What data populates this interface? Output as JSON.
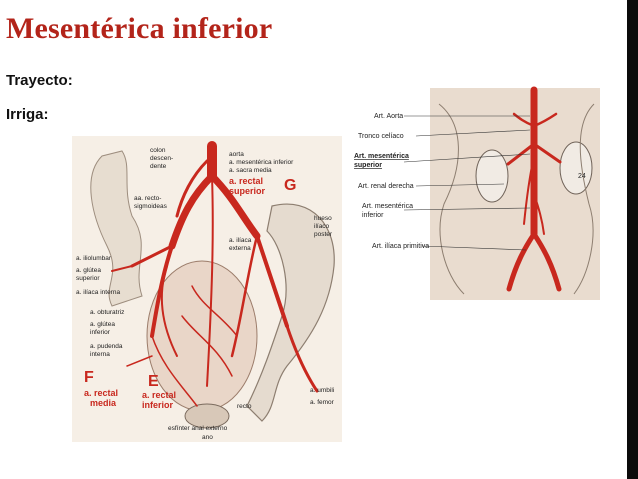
{
  "title": "Mesentérica inferior",
  "labels": {
    "trayecto": "Trayecto:",
    "irriga": "Irriga:"
  },
  "colors": {
    "title": "#b3241a",
    "artery": "#c8281e",
    "figure_bg": "#e8d8c8",
    "right_bar": "#0b0b0b"
  },
  "figure_left": {
    "labels": {
      "colon": "colon",
      "descendente_1": "descen-",
      "descendente_2": "dente",
      "aorta": "aorta",
      "mesenterica": "a. mesentérica inferior",
      "sacra": "a. sacra media",
      "G": "G",
      "rectal_sup_1": "a. rectal",
      "rectal_sup_2": "superior",
      "recto_sig_1": "aa. recto-",
      "recto_sig_2": "sigmoideas",
      "hueso_1": "hueso",
      "hueso_2": "ilíaco",
      "hueso_3": "poster",
      "iliaca_ext_1": "a. ilíaca",
      "iliaca_ext_2": "externa",
      "iliolumbar": "a. iliolumbar",
      "glutea_sup_1": "a. glútea",
      "glutea_sup_2": "superior",
      "iliaca_int": "a. ilíaca interna",
      "obturatriz": "a. obturatriz",
      "glutea_inf_1": "a. glútea",
      "glutea_inf_2": "inferior",
      "pudenda_1": "a. pudenda",
      "pudenda_2": "interna",
      "F": "F",
      "rectal_media_1": "a. rectal",
      "rectal_media_2": "media",
      "E": "E",
      "rectal_inf_1": "a. rectal",
      "rectal_inf_2": "inferior",
      "recto": "recto",
      "umbilical": "a. umbili",
      "femoral": "a. femor",
      "esfinter": "esfínter anal externo",
      "ano": "ano"
    }
  },
  "figure_right": {
    "labels": {
      "aorta": "Art. Aorta",
      "celiaco": "Tronco celíaco",
      "mes_sup_1": "Art. mesentérica",
      "mes_sup_2": "superior",
      "renal": "Art. renal derecha",
      "mes_inf_1": "Art. mesentérica",
      "mes_inf_2": "inferior",
      "iliaca": "Art. ilíaca primitiva",
      "num": "24"
    }
  }
}
